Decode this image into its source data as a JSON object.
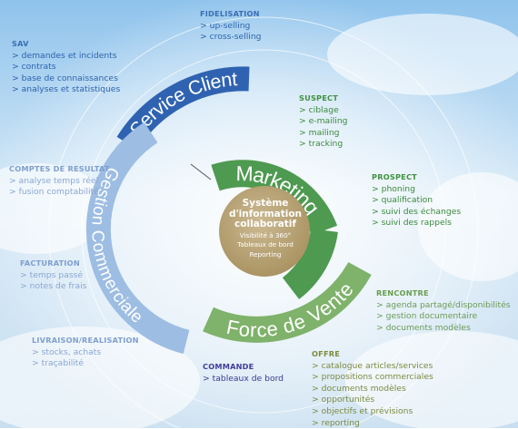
{
  "rings": {
    "service_client": "Service Client",
    "gestion_commerciale": "Gestion Commerciale",
    "marketing": "Marketing",
    "force_de_vente": "Force de Vente"
  },
  "center": {
    "title_lines": [
      "Système",
      "d'information",
      "collaboratif"
    ],
    "sub_lines": [
      "Visibilité à 360°",
      "Tableaux de bord",
      "Reporting"
    ]
  },
  "blocks": {
    "fidelisation": {
      "heading": "FIDELISATION",
      "items": [
        "up-selling",
        "cross-selling"
      ]
    },
    "sav": {
      "heading": "SAV",
      "items": [
        "demandes et incidents",
        "contrats",
        "base de connaissances",
        "analyses et statistiques"
      ]
    },
    "suspect": {
      "heading": "SUSPECT",
      "items": [
        "ciblage",
        "e-mailing",
        "mailing",
        "tracking"
      ]
    },
    "prospect": {
      "heading": "PROSPECT",
      "items": [
        "phoning",
        "qualification",
        "suivi des échanges",
        "suivi des rappels"
      ]
    },
    "comptes": {
      "heading": "COMPTES DE RESULTAT",
      "items": [
        "analyse temps réel",
        "fusion comptabilité"
      ]
    },
    "facturation": {
      "heading": "FACTURATION",
      "items": [
        "temps passé",
        "notes de frais"
      ]
    },
    "livraison": {
      "heading": "LIVRAISON/REALISATION",
      "items": [
        "stocks, achats",
        "traçabilité"
      ]
    },
    "commande": {
      "heading": "COMMANDE",
      "items": [
        "tableaux de bord"
      ]
    },
    "rencontre": {
      "heading": "RENCONTRE",
      "items": [
        "agenda partagé/disponibilités",
        "gestion documentaire",
        "documents modèles"
      ]
    },
    "offre": {
      "heading": "OFFRE",
      "items": [
        "catalogue articles/services",
        "propositions commerciales",
        "documents modèles",
        "opportunités",
        "objectifs et prévisions",
        "reporting"
      ]
    }
  },
  "colors": {
    "service_client": "#2f63b1",
    "gestion_commerciale": "#9dbde3",
    "marketing": "#4e9a50",
    "force_de_vente": "#7fb26a",
    "center": "#b8a37a"
  }
}
